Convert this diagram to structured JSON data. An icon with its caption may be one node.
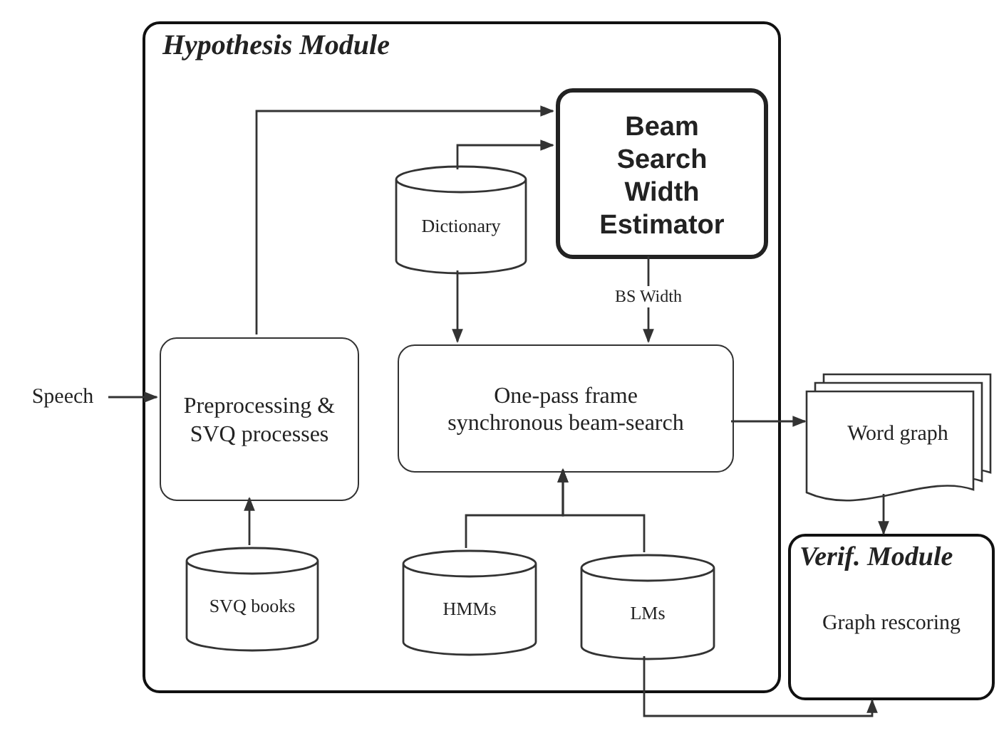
{
  "diagram": {
    "nodes": [
      {
        "text": [
          "Hypothesis Module"
        ]
      },
      {
        "text": [
          "Beam Search Width Estimator"
        ],
        "in": 0
      },
      {
        "text": [
          "Dictionary"
        ],
        "in": 0
      },
      {
        "text": [
          "Preprocessing & SVQ processes"
        ],
        "in": 0
      },
      {
        "text": [
          "One-pass frame synchronous beam-search"
        ],
        "in": 0
      },
      {
        "text": [
          "SVQ books"
        ],
        "in": 0
      },
      {
        "text": [
          "HMMs"
        ],
        "in": 0
      },
      {
        "text": [
          "LMs"
        ],
        "in": 0
      },
      {
        "text": [
          "Speech"
        ]
      },
      {
        "text": [
          "Word graph"
        ]
      },
      {
        "text": [
          "Verif. Module",
          "Graph rescoring"
        ]
      }
    ],
    "edges": [
      {
        "from": 8,
        "to": 3,
        "arrow": "to"
      },
      {
        "from": 3,
        "to": 1,
        "arrow": "to"
      },
      {
        "from": 2,
        "to": 1,
        "arrow": "to"
      },
      {
        "from": 2,
        "to": 4,
        "arrow": "to"
      },
      {
        "from": 1,
        "to": 4,
        "arrow": "to",
        "label": "BS Width"
      },
      {
        "from": 5,
        "to": 3,
        "arrow": "to"
      },
      {
        "from": 6,
        "to": 4,
        "arrow": "to"
      },
      {
        "from": 7,
        "to": 4,
        "arrow": "to"
      },
      {
        "from": 4,
        "to": 9,
        "arrow": "to"
      },
      {
        "from": 9,
        "to": 10,
        "arrow": "to"
      },
      {
        "from": 7,
        "to": 10,
        "arrow": "to"
      }
    ]
  }
}
